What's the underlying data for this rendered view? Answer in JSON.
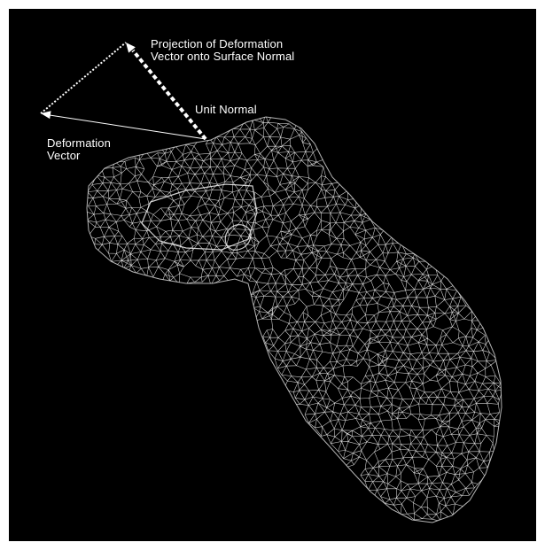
{
  "annotations": {
    "projection": {
      "line1": "Projection of Deformation",
      "line2": "Vector onto Surface Normal"
    },
    "unit_normal": "Unit Normal",
    "deformation": {
      "line1": "Deformation",
      "line2": "Vector"
    }
  },
  "colors": {
    "background": "#000000",
    "foreground": "#ffffff",
    "page": "#ffffff"
  }
}
